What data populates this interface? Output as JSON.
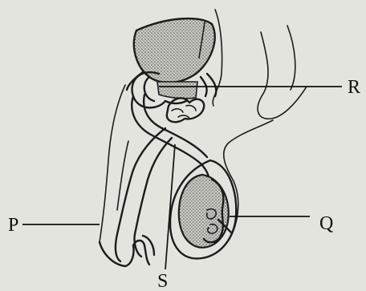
{
  "diagram": {
    "labels": {
      "P": "P",
      "Q": "Q",
      "R": "R",
      "S": "S"
    },
    "colors": {
      "ink": "#1c1c1c",
      "paper": "#e4e4df",
      "stipple": "#3a3a3a"
    }
  }
}
